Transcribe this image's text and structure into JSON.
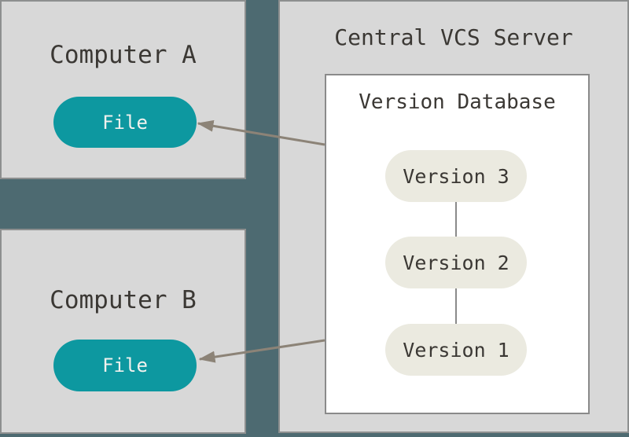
{
  "colors": {
    "background": "#4d6a71",
    "panel_fill": "#d8d8d8",
    "panel_border": "#8d8f8f",
    "database_fill": "#ffffff",
    "database_border": "#8a8a8a",
    "file_pill_fill": "#0d98a0",
    "file_pill_text": "#f1f1ee",
    "version_pill_fill": "#ebeae0",
    "text_dark": "#3b3834",
    "arrow": "#8c8377",
    "connector": "#8a8a8a"
  },
  "computer_a": {
    "label": "Computer A",
    "file": "File"
  },
  "computer_b": {
    "label": "Computer B",
    "file": "File"
  },
  "server": {
    "title": "Central VCS Server",
    "database": {
      "title": "Version Database",
      "versions": [
        "Version 3",
        "Version 2",
        "Version 1"
      ]
    }
  }
}
